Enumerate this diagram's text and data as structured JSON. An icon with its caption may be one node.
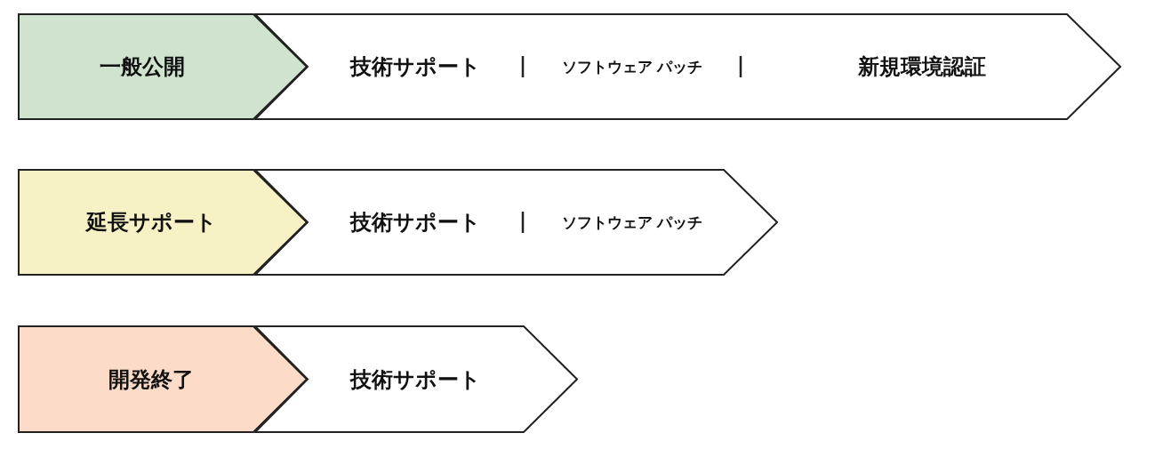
{
  "diagram": {
    "nodes": [
      {
        "text": [
          "一般公開"
        ]
      },
      {
        "text": [
          "技術サポート",
          "ソフトウェア パッチ",
          "新規環境認証"
        ]
      },
      {
        "text": [
          "延長サポート"
        ]
      },
      {
        "text": [
          "技術サポート",
          "ソフトウェア パッチ"
        ]
      },
      {
        "text": [
          "開発終了"
        ]
      },
      {
        "text": [
          "技術サポート"
        ]
      }
    ]
  }
}
